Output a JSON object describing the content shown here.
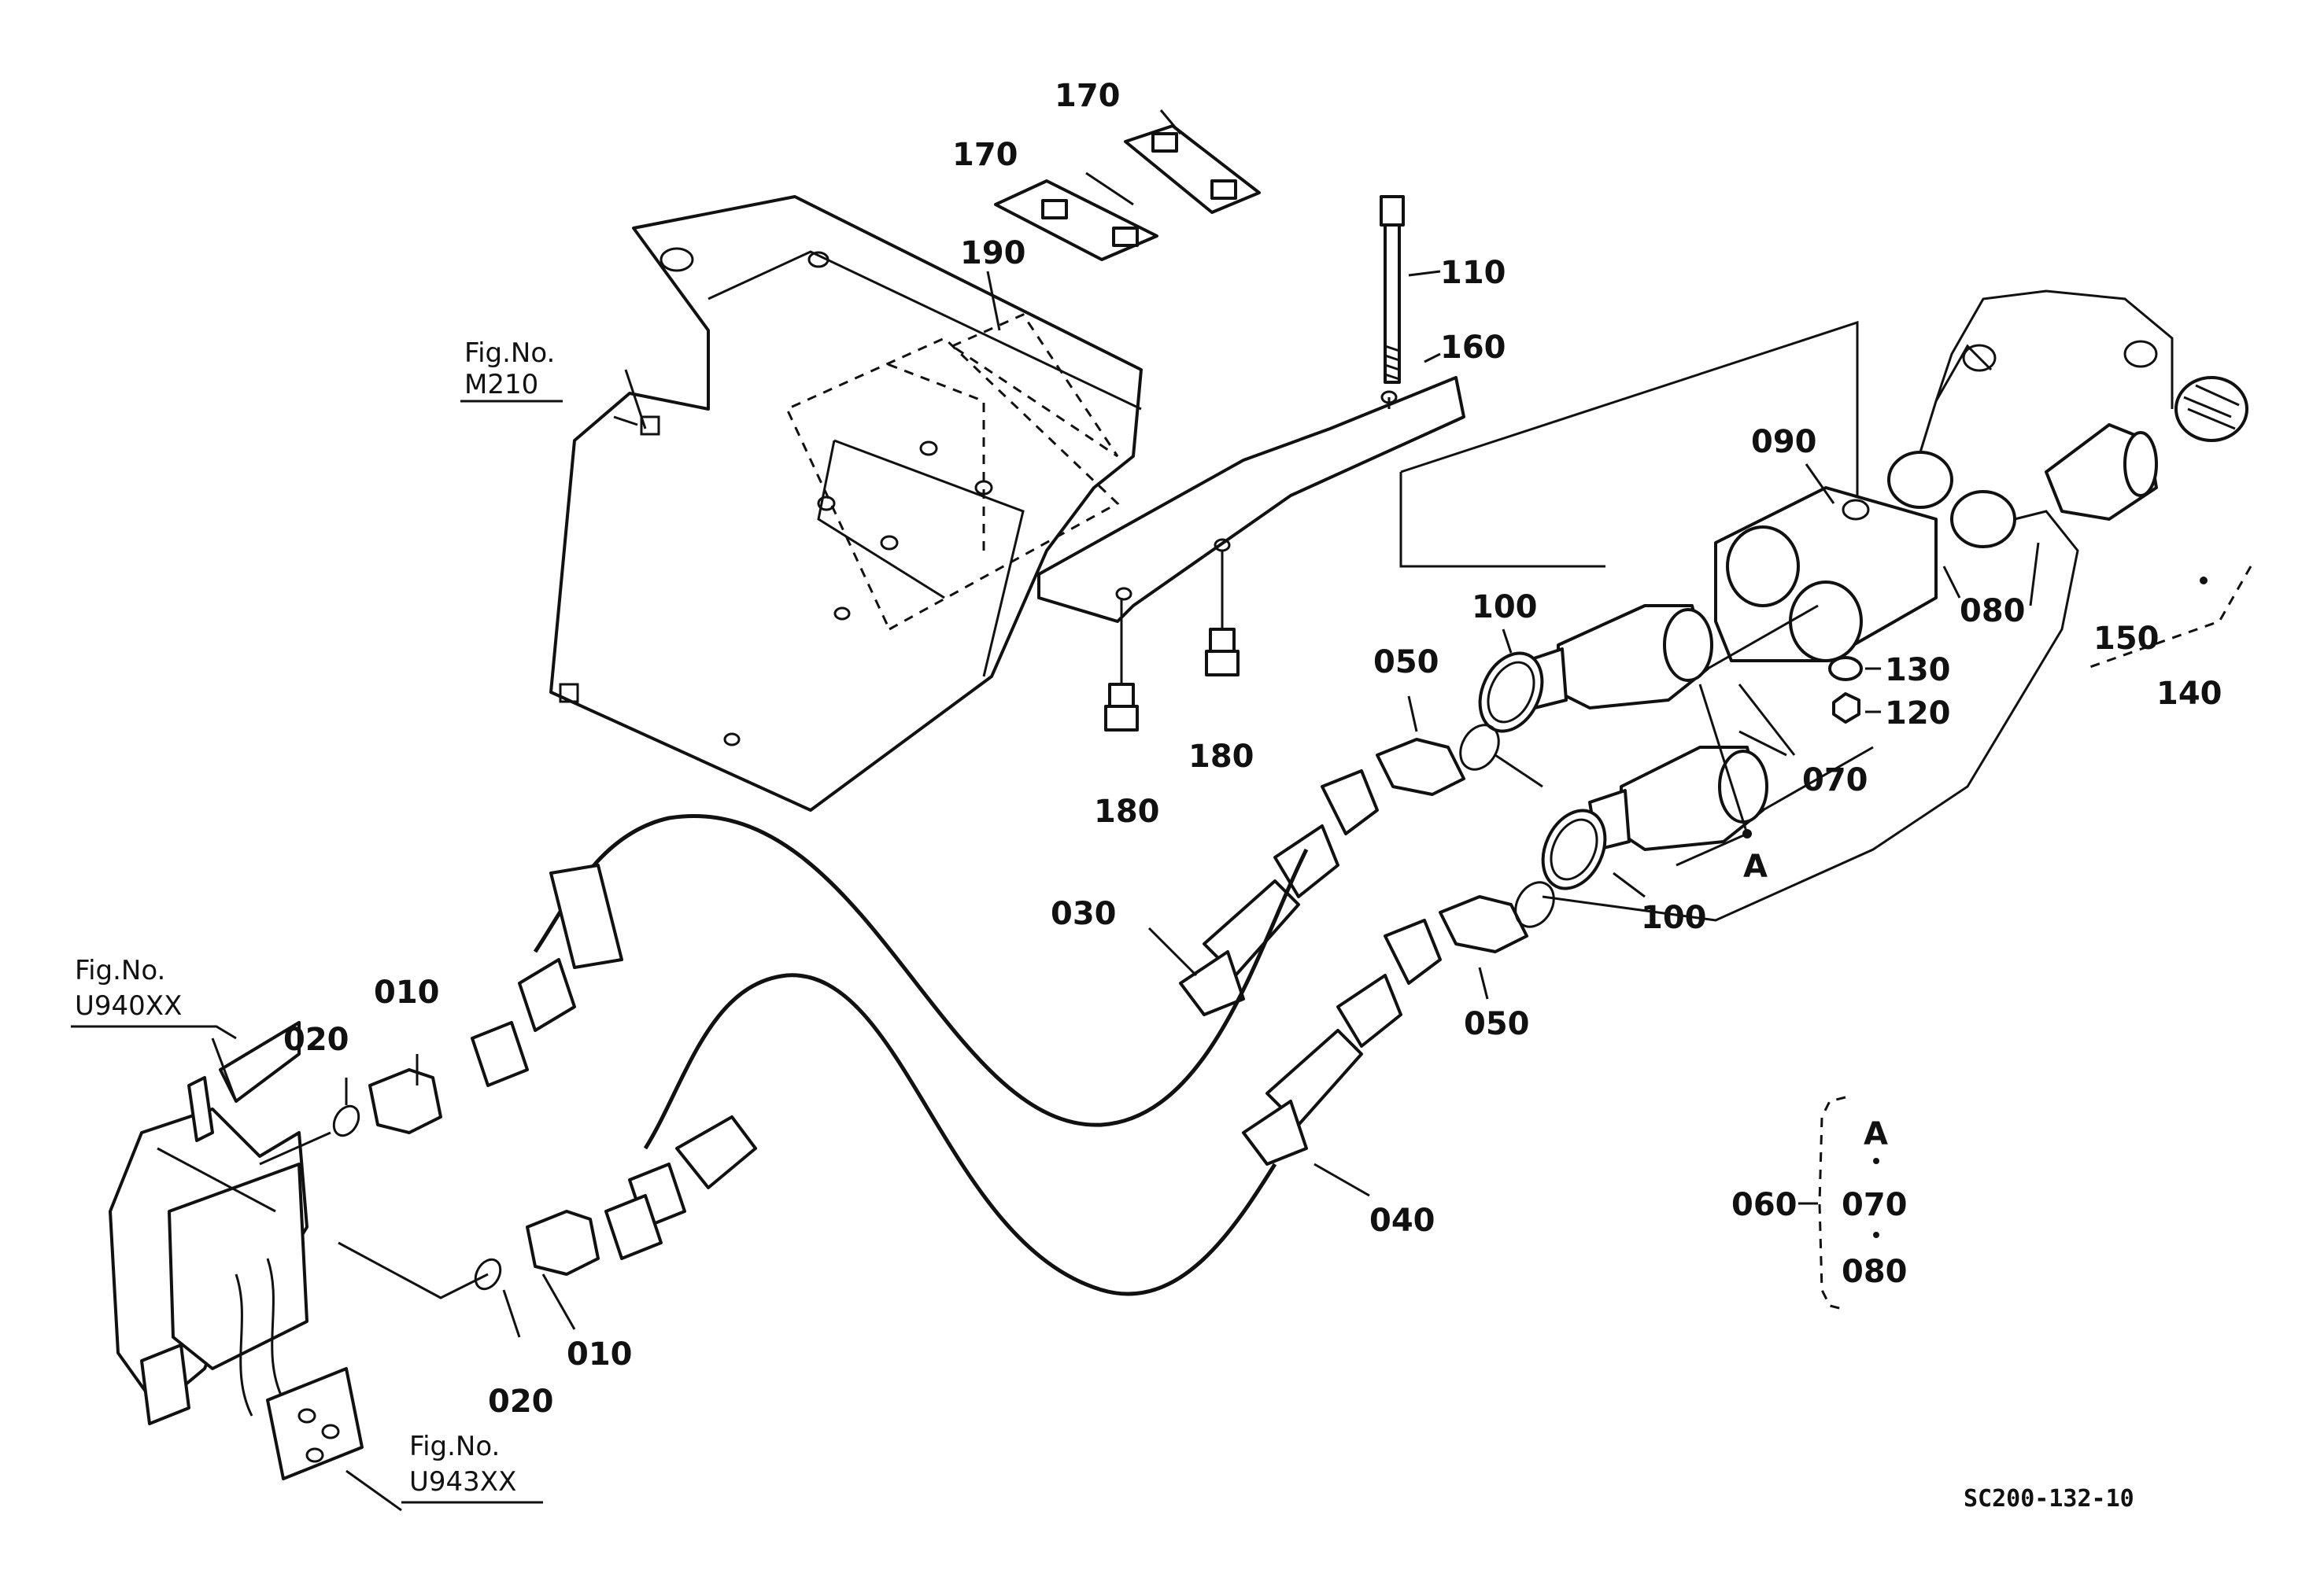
{
  "callouts": {
    "c170a": "170",
    "c170b": "170",
    "c190": "190",
    "c110": "110",
    "c160": "160",
    "c090": "090",
    "c080a": "080",
    "c150": "150",
    "c140": "140",
    "c100a": "100",
    "c050a": "050",
    "c130": "130",
    "c120": "120",
    "c070": "070",
    "c180a": "180",
    "c180b": "180",
    "cA": "A",
    "c100b": "100",
    "c030": "030",
    "c050b": "050",
    "c010a": "010",
    "c020a": "020",
    "c040": "040",
    "c020b": "020",
    "c010b": "010"
  },
  "fig_refs": {
    "m210_line1": "Fig.No.",
    "m210_line2": "M210",
    "u940_line1": "Fig.No.",
    "u940_line2": "U940XX",
    "u943_line1": "Fig.No.",
    "u943_line2": "U943XX"
  },
  "legend": {
    "group": "060",
    "item_a": "A",
    "item_070": "070",
    "item_080": "080"
  },
  "drawing_code": "SC200-132-10"
}
